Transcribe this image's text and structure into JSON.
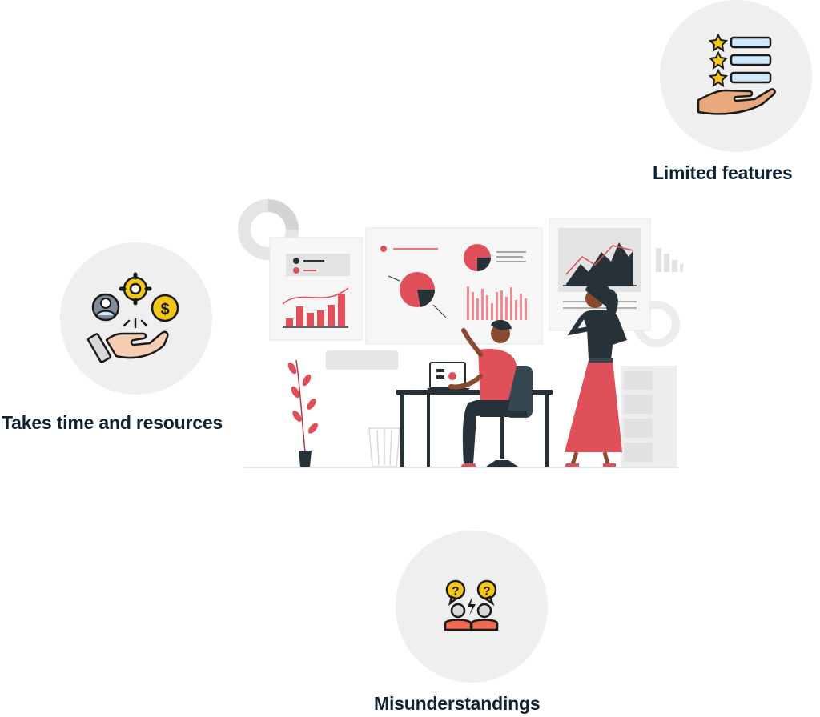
{
  "features": {
    "limited": {
      "label": "Limited features",
      "icon": "rated-list-in-hand-icon"
    },
    "time": {
      "label": "Takes time and resources",
      "icon": "resources-in-hand-icon"
    },
    "misunderstandings": {
      "label": "Misunderstandings",
      "icon": "confused-people-icon"
    }
  },
  "colors": {
    "circle": "#efefef",
    "label": "#0e2233",
    "accent_red": "#e0505b",
    "dark": "#263238",
    "gray": "#d9d9d9"
  }
}
